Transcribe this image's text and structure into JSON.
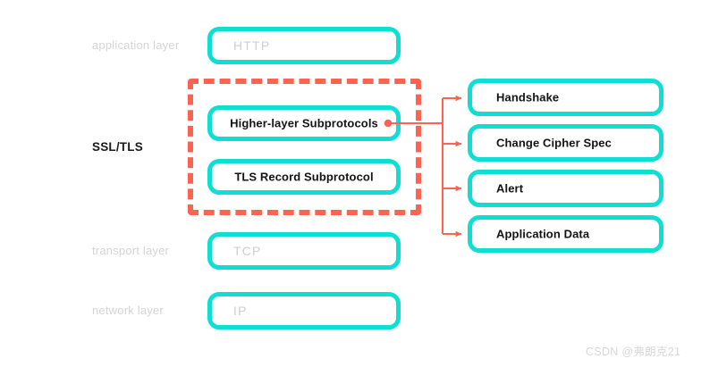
{
  "diagram": {
    "title": "SSL/TLS protocol stack diagram",
    "colors": {
      "teal": "#0fdfd2",
      "red": "#fd6352",
      "muted_text": "#d4d4d4",
      "dark_text": "#141414",
      "background": "#ffffff"
    },
    "layer_labels": [
      {
        "id": "application-layer",
        "text": "application layer"
      },
      {
        "id": "ssl-tls",
        "text": "SSL/TLS"
      },
      {
        "id": "transport-layer",
        "text": "transport layer"
      },
      {
        "id": "network-layer",
        "text": "network layer"
      }
    ],
    "stack_boxes": [
      {
        "id": "http",
        "text": "HTTP"
      },
      {
        "id": "tcp",
        "text": "TCP"
      },
      {
        "id": "ip",
        "text": "IP"
      }
    ],
    "ssl_subprotocol_boxes": [
      {
        "id": "higher-layer-subprotocols",
        "text": "Higher-layer Subprotocols"
      },
      {
        "id": "tls-record-subprotocol",
        "text": "TLS Record Subprotocol"
      }
    ],
    "subprotocol_detail_boxes": [
      {
        "id": "handshake",
        "text": "Handshake"
      },
      {
        "id": "change-cipher-spec",
        "text": "Change Cipher Spec"
      },
      {
        "id": "alert",
        "text": "Alert"
      },
      {
        "id": "application-data",
        "text": "Application Data"
      }
    ],
    "watermark": {
      "text": "CSDN @弗朗克21"
    }
  }
}
